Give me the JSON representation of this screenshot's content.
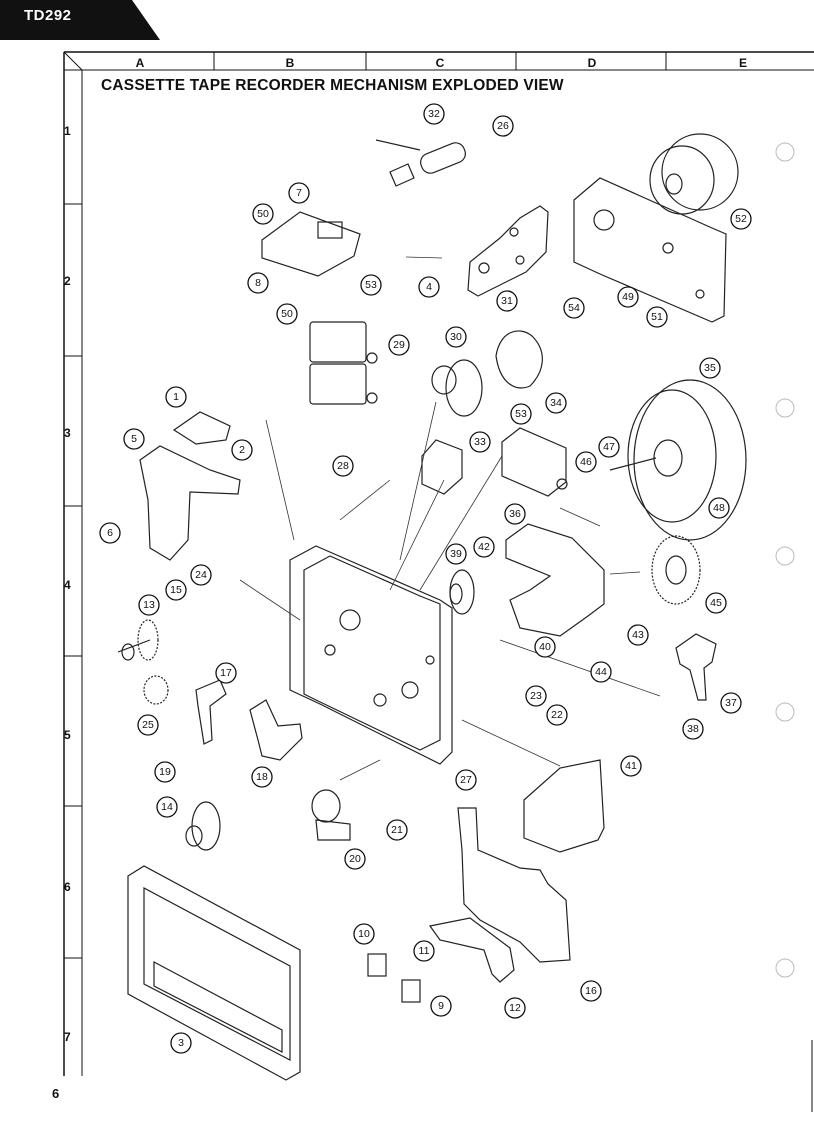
{
  "header": {
    "model": "TD292"
  },
  "title": "CASSETTE TAPE RECORDER MECHANISM EXPLODED VIEW",
  "page_number": "6",
  "grid": {
    "columns": [
      "A",
      "B",
      "C",
      "D",
      "E"
    ],
    "rows": [
      "1",
      "2",
      "3",
      "4",
      "5",
      "6",
      "7"
    ]
  },
  "callouts": [
    "1",
    "2",
    "3",
    "4",
    "5",
    "6",
    "7",
    "8",
    "9",
    "10",
    "11",
    "12",
    "13",
    "14",
    "15",
    "16",
    "17",
    "18",
    "19",
    "20",
    "21",
    "22",
    "23",
    "24",
    "25",
    "26",
    "27",
    "28",
    "29",
    "30",
    "31",
    "32",
    "33",
    "34",
    "35",
    "36",
    "37",
    "38",
    "39",
    "40",
    "41",
    "42",
    "43",
    "44",
    "45",
    "46",
    "47",
    "48",
    "49",
    "50",
    "50",
    "51",
    "52",
    "53",
    "53",
    "54"
  ]
}
